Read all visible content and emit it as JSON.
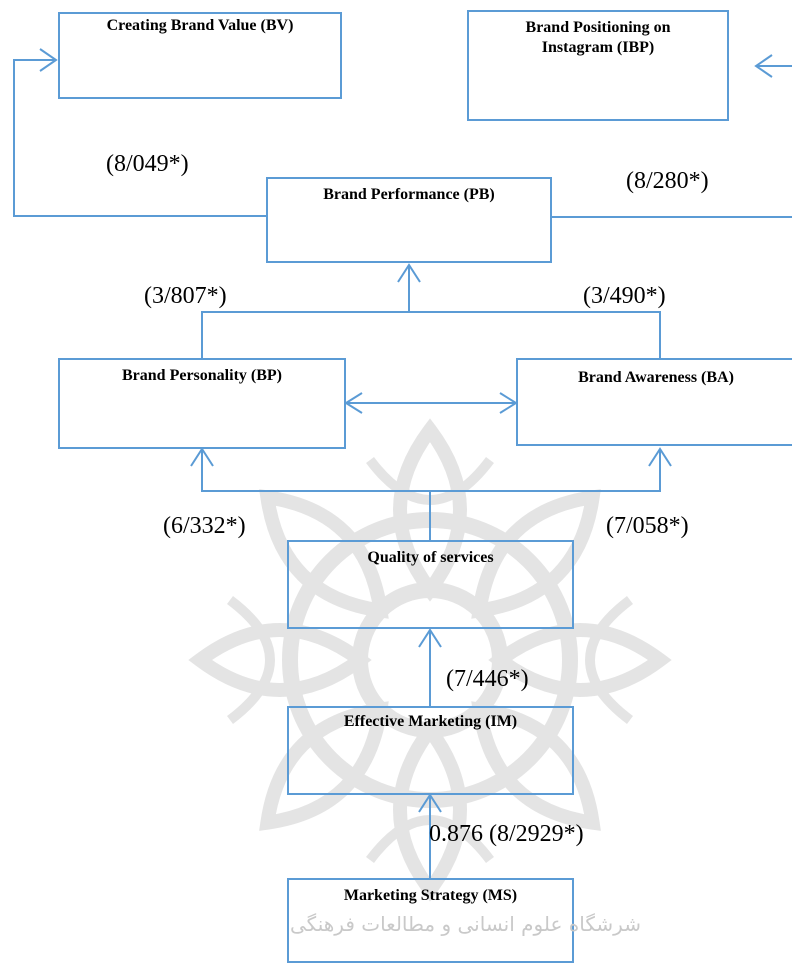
{
  "nodes": {
    "bv": "Creating Brand Value (BV)",
    "ibp": "Brand Positioning on Instagram (IBP)",
    "pb": "Brand Performance (PB)",
    "bp": "Brand Personality (BP)",
    "ba": "Brand Awareness (BA)",
    "qs": "Quality of services",
    "im": "Effective Marketing (IM)",
    "ms": "Marketing Strategy (MS)"
  },
  "path_labels": {
    "pb_to_bv": "(8/049*)",
    "pb_to_ibp": "(8/280*)",
    "bp_to_pb": "(3/807*)",
    "ba_to_pb": "(3/490*)",
    "qs_to_bp": "(6/332*)",
    "qs_to_ba": "(7/058*)",
    "im_to_qs": "(7/446*)",
    "ms_to_im": "0.876 (8/2929*)"
  },
  "watermark_text": "شرشگاه علوم انسانی و مطالعات فرهنگی",
  "colors": {
    "line": "#5b9bd5",
    "watermark": "#dcdcdc"
  }
}
